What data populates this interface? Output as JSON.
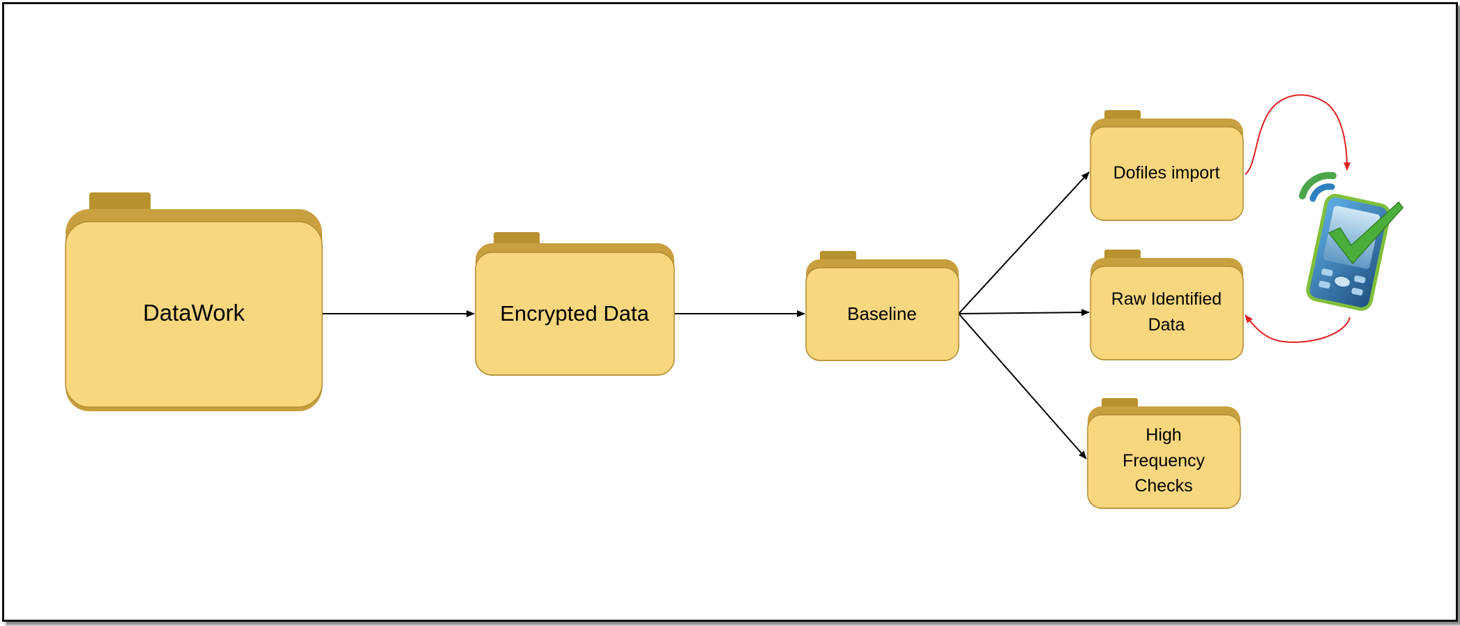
{
  "folders": {
    "datawork": "DataWork",
    "encrypted": "Encrypted Data",
    "baseline": "Baseline",
    "dofiles": "Dofiles import",
    "raw_line1": "Raw Identified",
    "raw_line2": "Data",
    "hfc_line1": "High",
    "hfc_line2": "Frequency",
    "hfc_line3": "Checks"
  },
  "colors": {
    "folder_fill": "#f9d77e",
    "folder_back": "#c8a040",
    "folder_tab": "#b8922e",
    "folder_border": "#b08a30",
    "arrow": "#000000",
    "sync_arrow": "#e02020",
    "phone_body": "#2c6aa0",
    "check": "#4cae3a"
  },
  "icons": {
    "device": "mobile-device-check-icon"
  }
}
